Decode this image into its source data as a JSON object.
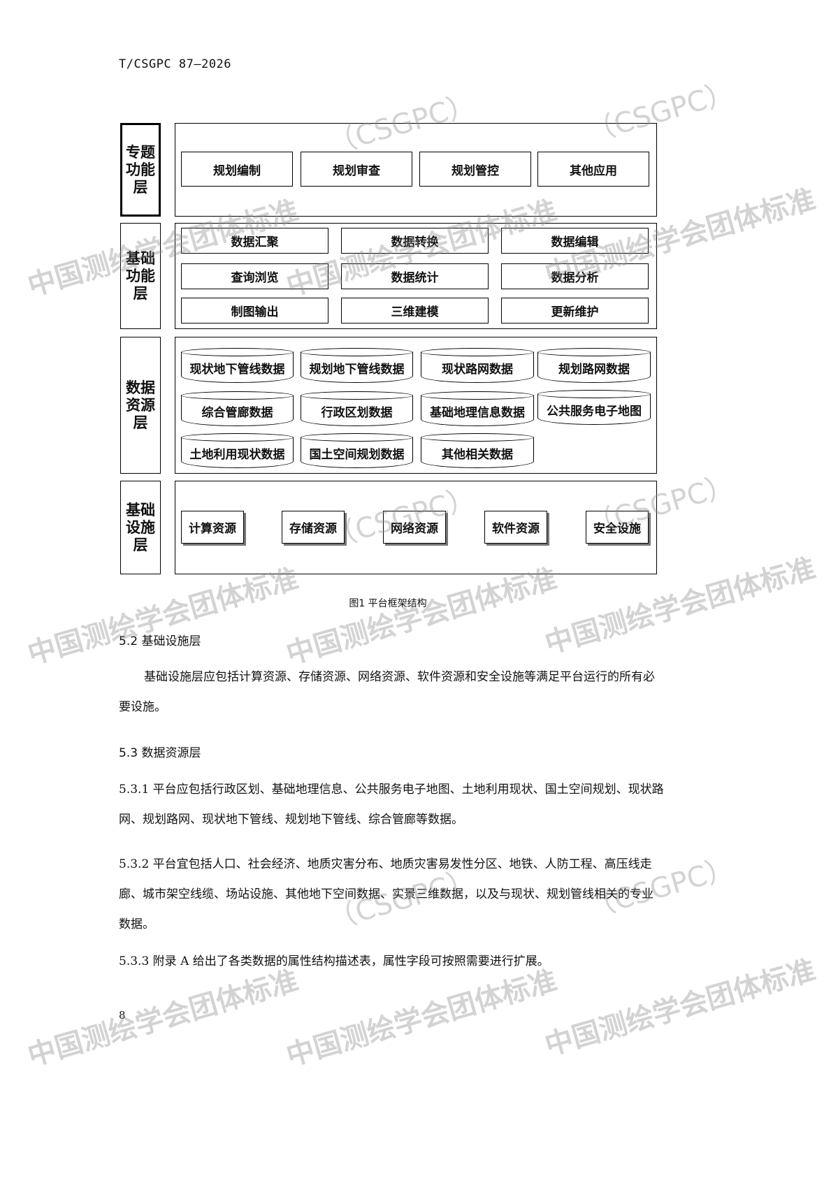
{
  "header": {
    "code": "T/CSGPC 87—2026"
  },
  "figure": {
    "layers": [
      {
        "label": "专题功能层",
        "items": [
          "规划编制",
          "规划审查",
          "规划管控",
          "其他应用"
        ]
      },
      {
        "label": "基础功能层",
        "items": [
          "数据汇聚",
          "数据转换",
          "数据编辑",
          "查询浏览",
          "数据统计",
          "数据分析",
          "制图输出",
          "三维建模",
          "更新维护"
        ]
      },
      {
        "label": "数据资源层",
        "items": [
          "现状地下管线数据",
          "规划地下管线数据",
          "现状路网数据",
          "规划路网数据",
          "综合管廊数据",
          "行政区划数据",
          "基础地理信息数据",
          "公共服务电子地图",
          "土地利用现状数据",
          "国土空间规划数据",
          "其他相关数据"
        ]
      },
      {
        "label": "基础设施层",
        "items": [
          "计算资源",
          "存储资源",
          "网络资源",
          "软件资源",
          "安全设施"
        ]
      }
    ],
    "caption": "图1  平台框架结构"
  },
  "sections": {
    "s52_title": "5.2  基础设施层",
    "s52_text": "基础设施层应包括计算资源、存储资源、网络资源、软件资源和安全设施等满足平台运行的所有必要设施。",
    "s53_title": "5.3  数据资源层",
    "s531": "5.3.1  平台应包括行政区划、基础地理信息、公共服务电子地图、土地利用现状、国土空间规划、现状路网、规划路网、现状地下管线、规划地下管线、综合管廊等数据。",
    "s532": "5.3.2  平台宜包括人口、社会经济、地质灾害分布、地质灾害易发性分区、地铁、人防工程、高压线走廊、城市架空线缆、场站设施、其他地下空间数据、实景三维数据，以及与现状、规划管线相关的专业数据。",
    "s533": "5.3.3  附录 A 给出了各类数据的属性结构描述表，属性字段可按照需要进行扩展。"
  },
  "page_number": "8",
  "watermark": {
    "org": "中国测绘学会团体标准",
    "code": "（CSGPC）"
  }
}
